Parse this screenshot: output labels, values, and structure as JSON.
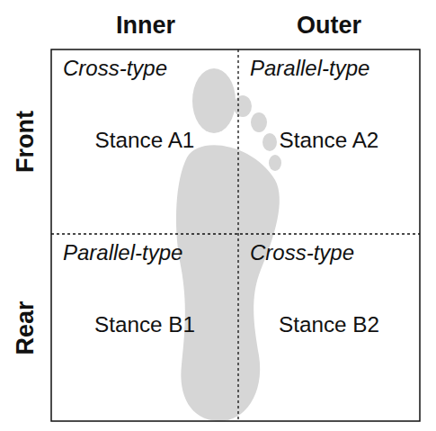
{
  "diagram": {
    "nodes": [
      {
        "text": [
          "Cross-type",
          "Stance A1"
        ]
      },
      {
        "text": [
          "Parallel-type",
          "Stance A2"
        ]
      },
      {
        "text": [
          "Parallel-type",
          "Stance B1"
        ]
      },
      {
        "text": [
          "Cross-type",
          "Stance B2"
        ]
      }
    ],
    "labels": [
      "Inner",
      "Outer",
      "Front",
      "Rear"
    ]
  }
}
